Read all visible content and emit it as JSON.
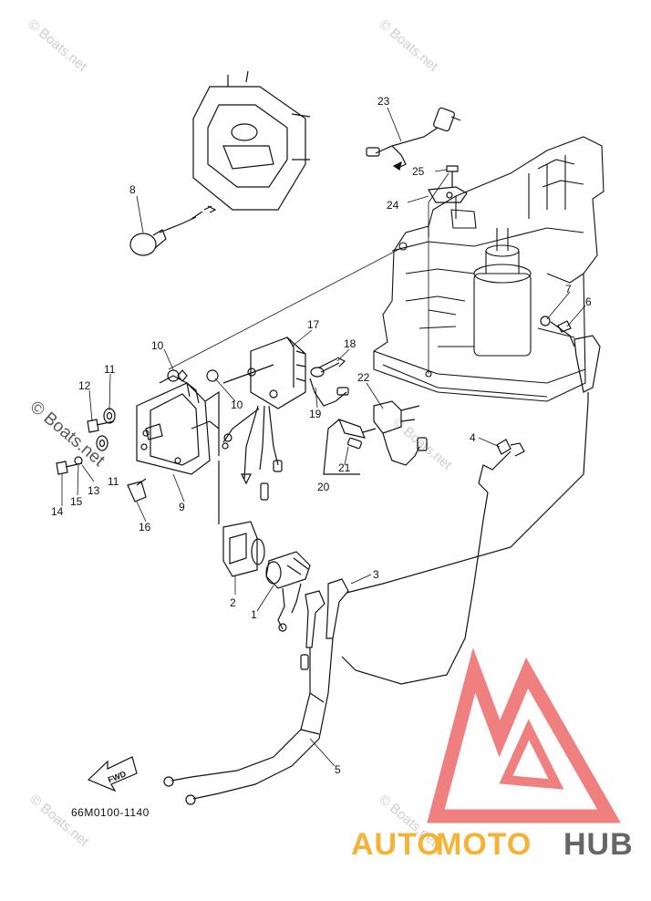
{
  "watermarks": {
    "small": "© Boats.net",
    "large": "© Boats.net"
  },
  "part_code": "66M0100-1140",
  "fwd_label": "FWD",
  "brand": {
    "auto": "AUTO",
    "moto": "MOTO",
    "hub": "HUB",
    "color_auto": "#f5b335",
    "color_moto": "#f5b335",
    "color_hub": "#666666",
    "logo_color": "#f08080"
  },
  "callouts": {
    "c1": "1",
    "c2": "2",
    "c3": "3",
    "c4": "4",
    "c5": "5",
    "c6": "6",
    "c7": "7",
    "c8": "8",
    "c9": "9",
    "c10a": "10",
    "c10b": "10",
    "c11a": "11",
    "c11b": "11",
    "c12": "12",
    "c13": "13",
    "c14": "14",
    "c15": "15",
    "c16": "16",
    "c17": "17",
    "c18": "18",
    "c19": "19",
    "c20": "20",
    "c21": "21",
    "c22": "22",
    "c23": "23",
    "c24": "24",
    "c25": "25"
  }
}
